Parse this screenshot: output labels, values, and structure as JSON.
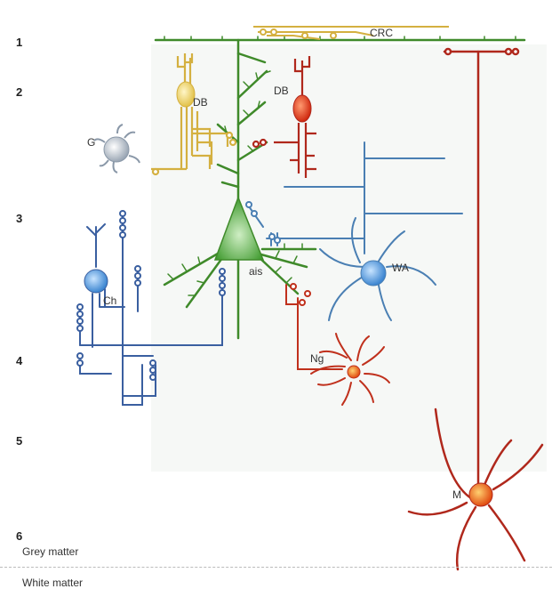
{
  "layers": [
    "1",
    "2",
    "3",
    "4",
    "5",
    "6"
  ],
  "matter": {
    "grey": "Grey matter",
    "white": "White matter"
  },
  "cells": {
    "crc": "CRC",
    "db1": "DB",
    "db2": "DB",
    "g": "G",
    "ais": "ais",
    "wa": "WA",
    "ch": "Ch",
    "ng": "Ng",
    "m": "M"
  },
  "colors": {
    "pyramidal": "#3f8a2a",
    "double_bouquet_yellow": "#d4b040",
    "double_bouquet_red": "#b0281c",
    "martinotti": "#b0281c",
    "neurogliaform": "#c0301c",
    "wide_arbor": "#4a7fb3",
    "chandelier": "#4a6fa8",
    "glia": "#8a98a8",
    "background_band": "#eaf0ea"
  }
}
